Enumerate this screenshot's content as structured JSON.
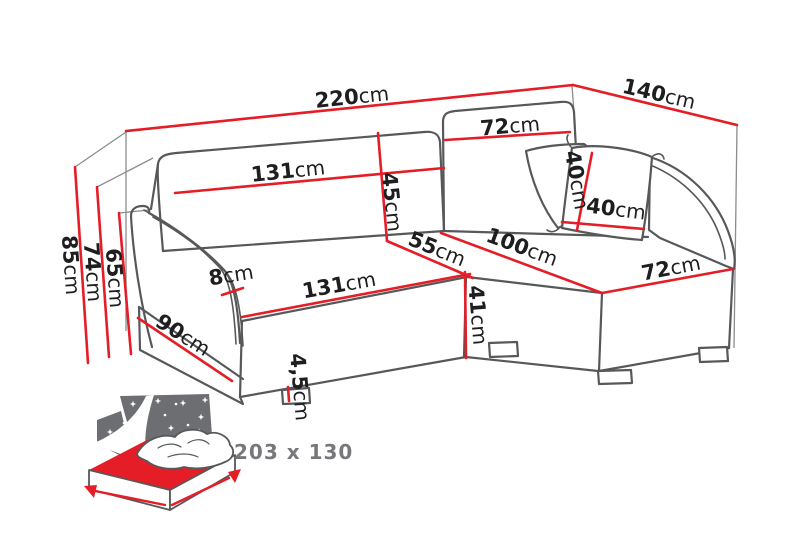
{
  "figure": {
    "type": "corner-sofa-dimension-diagram"
  },
  "dimensions": {
    "total_width": {
      "v": "220",
      "u": "cm"
    },
    "total_depth": {
      "v": "140",
      "u": "cm"
    },
    "total_height": {
      "v": "85",
      "u": "cm"
    },
    "backrest_top_height": {
      "v": "74",
      "u": "cm"
    },
    "armrest_height": {
      "v": "65",
      "u": "cm"
    },
    "backrest_left_width": {
      "v": "131",
      "u": "cm"
    },
    "backrest_height": {
      "v": "45",
      "u": "cm"
    },
    "backrest_right_width": {
      "v": "72",
      "u": "cm"
    },
    "armrest_width": {
      "v": "8",
      "u": "cm"
    },
    "seat_depth": {
      "v": "55",
      "u": "cm"
    },
    "chaise_width": {
      "v": "100",
      "u": "cm"
    },
    "pillow_height": {
      "v": "40",
      "u": "cm"
    },
    "pillow_width": {
      "v": "40",
      "u": "cm"
    },
    "seat_front_width": {
      "v": "131",
      "u": "cm"
    },
    "seat_front_height": {
      "v": "41",
      "u": "cm"
    },
    "left_seat_depth": {
      "v": "90",
      "u": "cm"
    },
    "foot_height": {
      "v": "4,5",
      "u": "cm"
    },
    "chaise_front_width": {
      "v": "72",
      "u": "cm"
    }
  },
  "sleeping_area": {
    "label": "203 x 130",
    "icon": "sofa-bed-icon"
  },
  "colors": {
    "dimension_line": "#e51d26",
    "outline": "#57585a",
    "thin_line": "#8a8c8e",
    "label_text": "#1e1e20",
    "sleep_text": "#77787b",
    "icon_gray": "#6d6e71"
  }
}
